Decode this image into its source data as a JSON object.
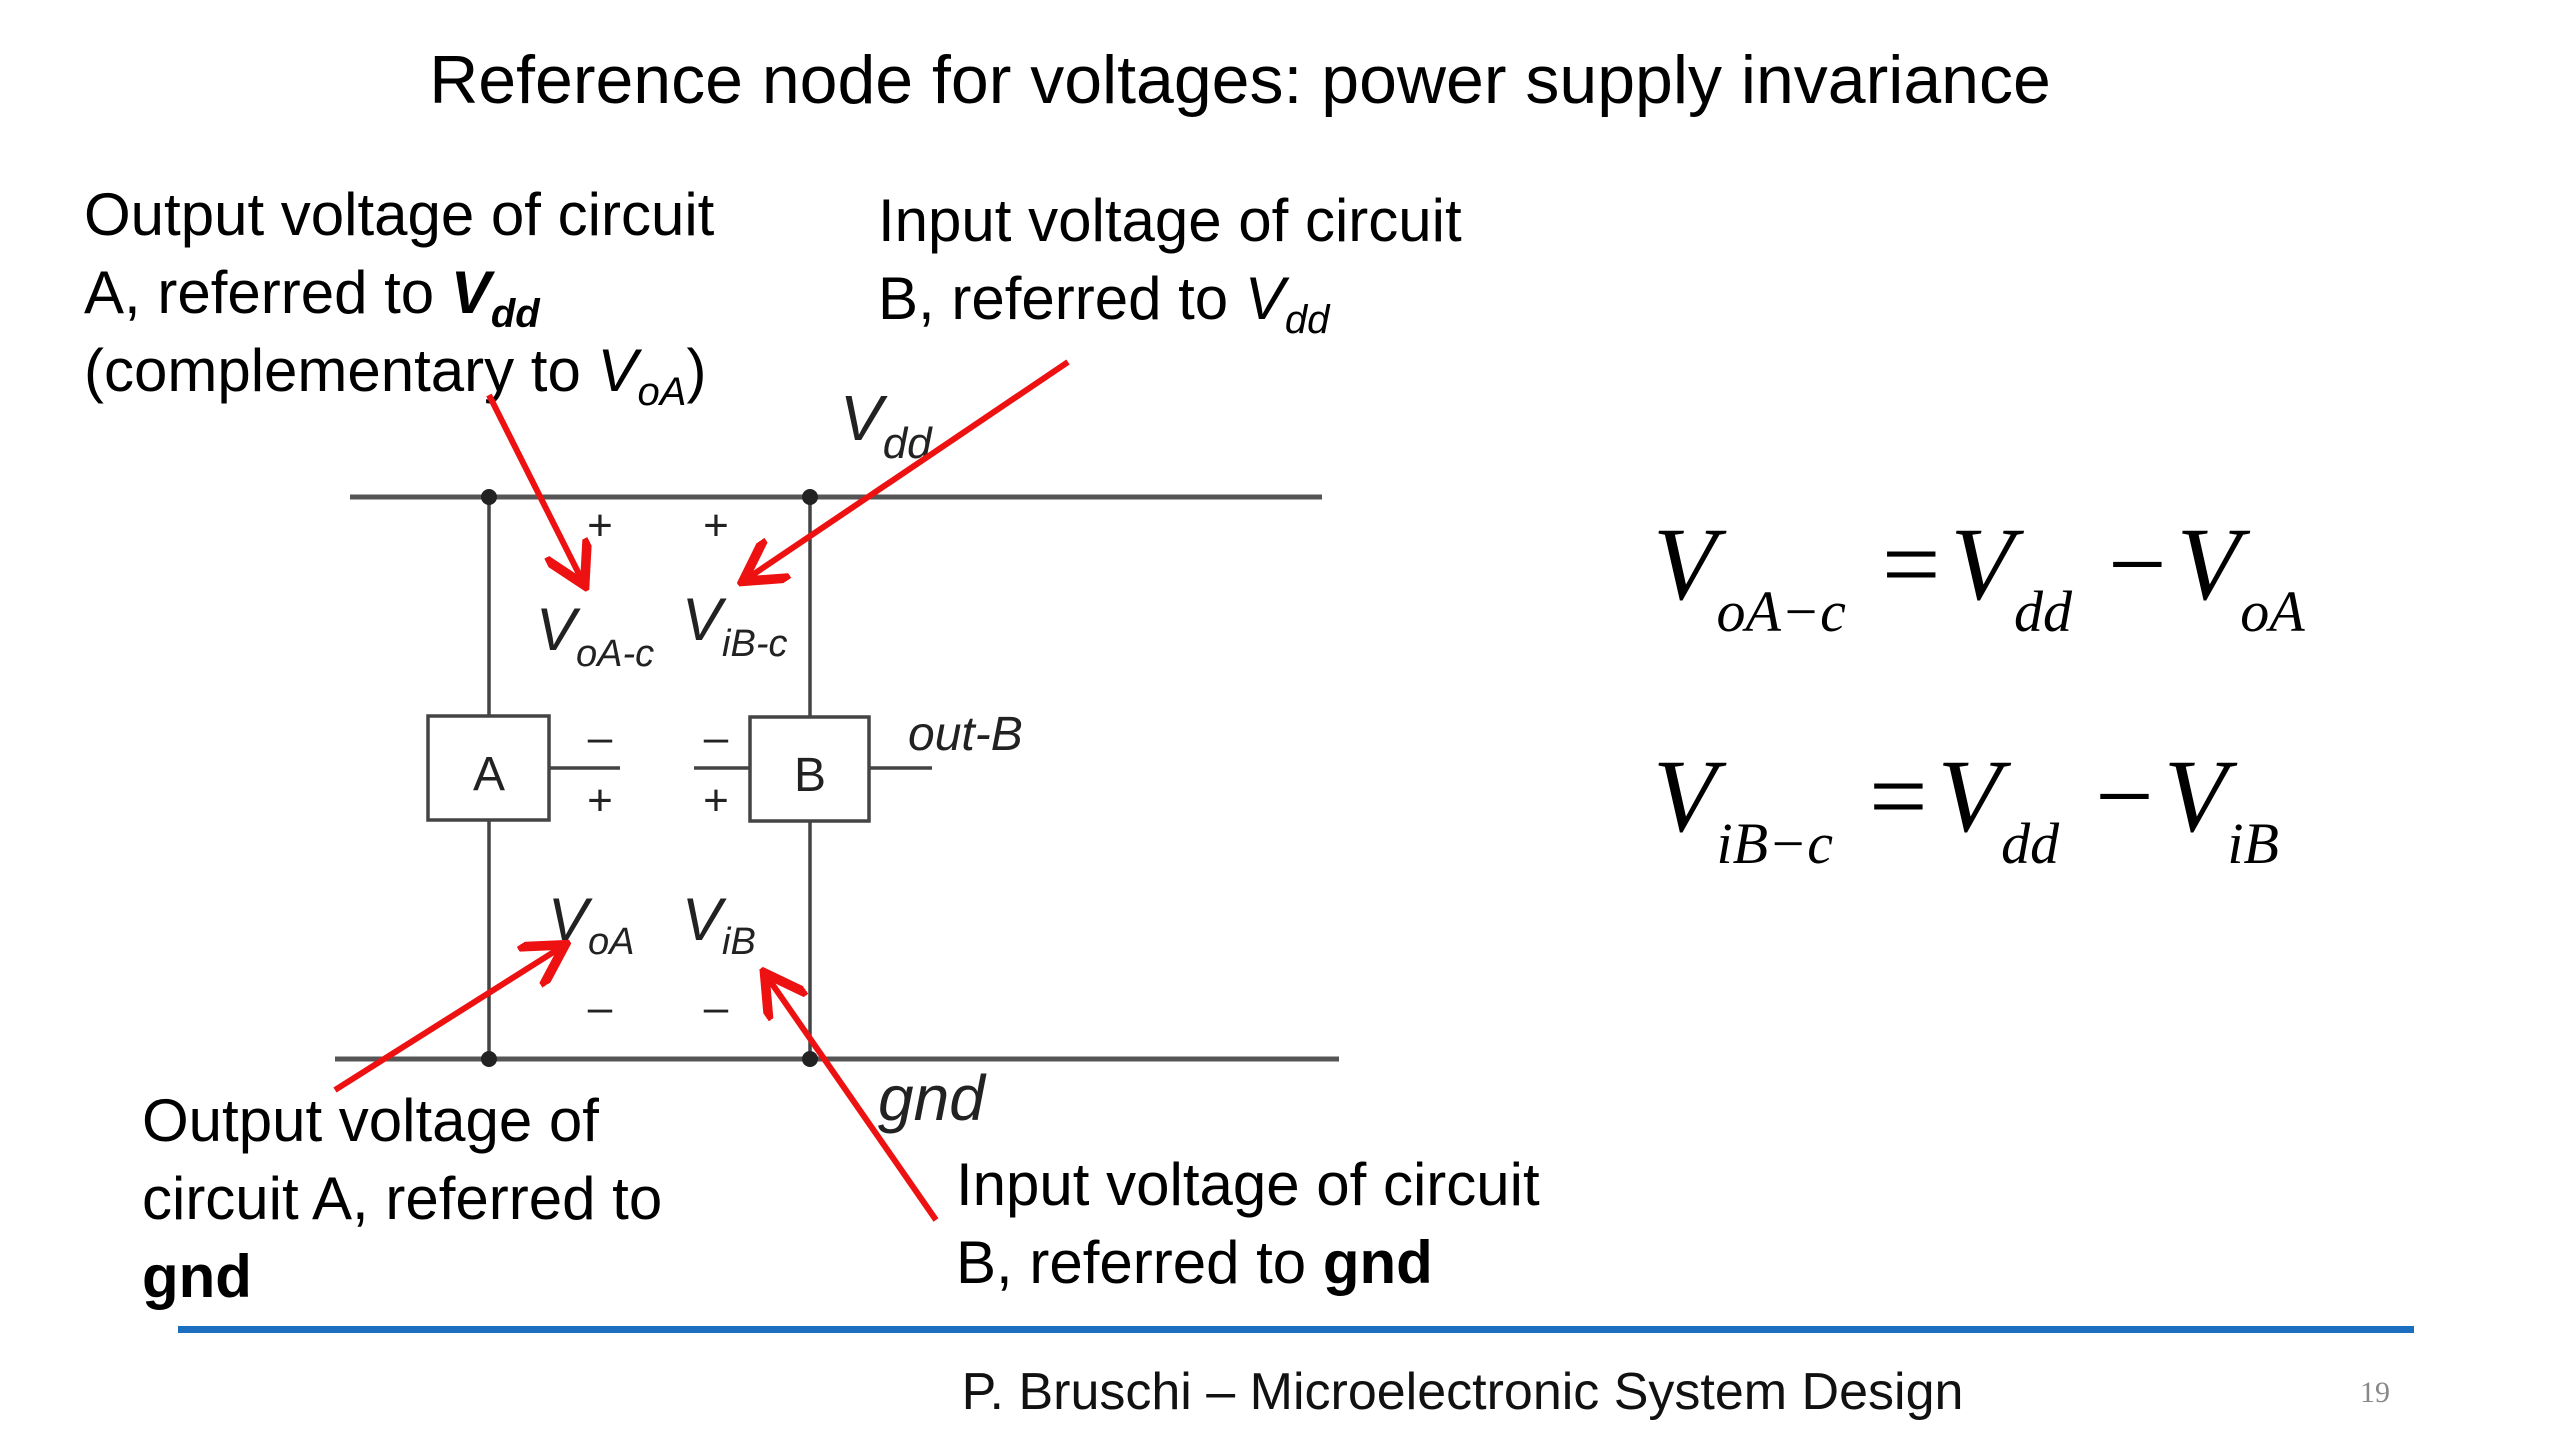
{
  "slide": {
    "title": "Reference node for voltages: power supply invariance",
    "annotations": {
      "top_left": {
        "line1": "Output voltage of circuit",
        "line2_prefix": "A, referred to ",
        "line2_var": "V",
        "line2_sub": "dd",
        "line3_prefix": "(complementary to ",
        "line3_var": "V",
        "line3_sub": "oA",
        "line3_suffix": ")"
      },
      "top_right": {
        "line1": "Input voltage of circuit",
        "line2_prefix": "B, referred to ",
        "line2_var": "V",
        "line2_sub": "dd"
      },
      "bottom_left": {
        "line1": "Output voltage of",
        "line2": "circuit A, referred to",
        "line3": "gnd"
      },
      "bottom_right": {
        "line1": "Input voltage of circuit",
        "line2_prefix": "B, referred to ",
        "line2_bold": "gnd"
      }
    },
    "circuit": {
      "vdd_label": "V",
      "vdd_sub": "dd",
      "gnd_label": "gnd",
      "block_a": "A",
      "block_b": "B",
      "out_b_label": "out-B",
      "plus": "+",
      "minus": "–",
      "v_oa_c": {
        "main": "V",
        "sub": "oA-c"
      },
      "v_ib_c": {
        "main": "V",
        "sub": "iB-c"
      },
      "v_oa": {
        "main": "V",
        "sub": "oA"
      },
      "v_ib": {
        "main": "V",
        "sub": "iB"
      },
      "wire_color": "#555555",
      "arrow_color": "#ee1111"
    },
    "equations": [
      {
        "lhs": "V",
        "lhs_sub": "oA−c",
        "eq": "=",
        "t1": "V",
        "t1_sub": "dd",
        "op": "−",
        "t2": "V",
        "t2_sub": "oA"
      },
      {
        "lhs": "V",
        "lhs_sub": "iB−c",
        "eq": "=",
        "t1": "V",
        "t1_sub": "dd",
        "op": "−",
        "t2": "V",
        "t2_sub": "iB"
      }
    ],
    "footer": {
      "text": "P. Bruschi – Microelectronic System Design",
      "page_number": "19",
      "rule_color": "#1b6fbe"
    }
  }
}
